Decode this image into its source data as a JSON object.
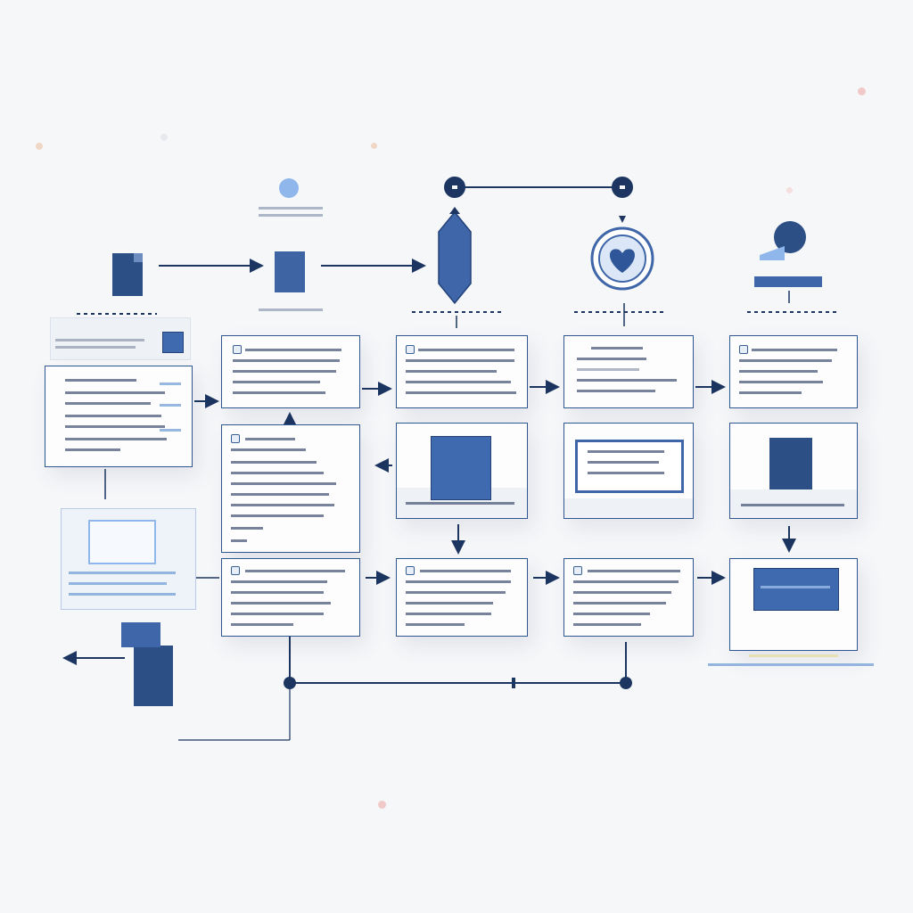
{
  "diagram": {
    "description_text": "",
    "accent_colors": {
      "navy": "#1c3561",
      "blue": "#3f6ab0",
      "light_blue": "#8fb7ec",
      "background": "#f6f7f9"
    },
    "icons": [
      "document-icon",
      "database-icon",
      "shield-icon",
      "heart-badge-icon",
      "cloud-icon",
      "server-icon",
      "monitor-icon"
    ],
    "nodes": [
      {
        "name": "input-document"
      },
      {
        "name": "process-step-1"
      },
      {
        "name": "process-step-2"
      },
      {
        "name": "process-step-3"
      },
      {
        "name": "process-step-4"
      },
      {
        "name": "review-panel"
      },
      {
        "name": "preview-panel-1"
      },
      {
        "name": "preview-panel-2"
      },
      {
        "name": "preview-panel-3"
      },
      {
        "name": "result-step-1"
      },
      {
        "name": "result-step-2"
      },
      {
        "name": "result-step-3"
      },
      {
        "name": "result-output"
      }
    ]
  }
}
